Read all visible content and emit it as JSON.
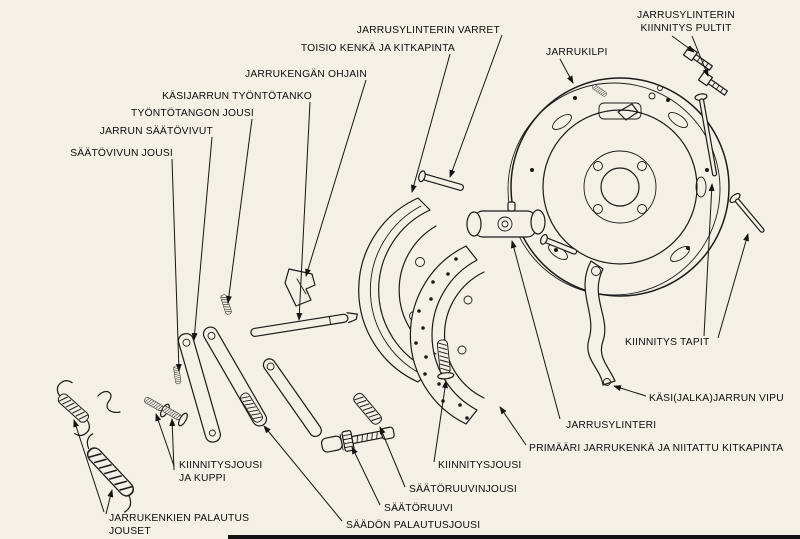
{
  "diagram": {
    "background_color": "#f5f0e6",
    "line_color": "#1a1a1a",
    "text_color": "#0d0d0d",
    "labels": {
      "varret": "JARRUSYLINTERIN VARRET",
      "kiinnitys_pultit_line1": "JARRUSYLINTERIN",
      "kiinnitys_pultit_line2": "KIINNITYS PULTIT",
      "toisio_kenka": "TOISIO KENKÄ JA KITKAPINTA",
      "jarrukilpi": "JARRUKILPI",
      "ohjain": "JARRUKENGÄN OHJAIN",
      "tyontotanko": "KÄSIJARRUN TYÖNTÖTANKO",
      "tyontotangon_jousi": "TYÖNTÖTANGON JOUSI",
      "saatovivut": "JARRUN SÄÄTÖVIVUT",
      "saatovivun_jousi": "SÄÄTÖVIVUN JOUSI",
      "kiinnitys_tapit": "KIINNITYS TAPIT",
      "jarrun_vipu": "KÄSI(JALKA)JARRUN VIPU",
      "jarrusylinteri": "JARRUSYLINTERI",
      "primaari": "PRIMÄÄRI JARRUKENKÄ JA NIITATTU KITKAPINTA",
      "kiinnitysjousi": "KIINNITYSJOUSI",
      "saatoruuvinjousi": "SÄÄTÖRUUVINJOUSI",
      "saatoruuvi": "SÄÄTÖRUUVI",
      "saadon_palautusjousi": "SÄÄDÖN PALAUTUSJOUSI",
      "kiinnitysjousi_kuppi_line1": "KIINNITYSJOUSI",
      "kiinnitysjousi_kuppi_line2": "JA KUPPI",
      "palautusjouset_line1": "JARRUKENKIEN PALAUTUS",
      "palautusjouset_line2": "JOUSET"
    }
  }
}
